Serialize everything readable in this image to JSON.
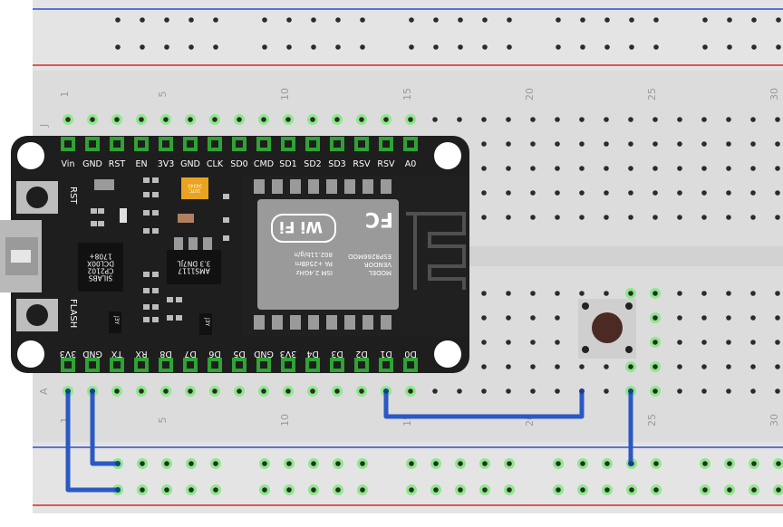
{
  "breadboard": {
    "column_numbers": [
      "1",
      "5",
      "10",
      "15",
      "20",
      "25",
      "30"
    ],
    "row_letter_top": "J",
    "row_letter_bottom": "A"
  },
  "module": {
    "top_pins": [
      "Vin",
      "GND",
      "RST",
      "EN",
      "3V3",
      "GND",
      "CLK",
      "SD0",
      "CMD",
      "SD1",
      "SD2",
      "SD3",
      "RSV",
      "RSV",
      "A0"
    ],
    "bottom_pins": [
      "3V3",
      "GND",
      "TX",
      "RX",
      "D8",
      "D7",
      "D6",
      "D5",
      "GND",
      "3V3",
      "D4",
      "D3",
      "D2",
      "D1",
      "D0"
    ],
    "rst_label": "RST",
    "flash_label": "FLASH",
    "usb_chip": [
      "SILABS",
      "CP2102",
      "DCL00X",
      "1708+"
    ],
    "regulator": [
      "AMS1117",
      "3.3  DN7JL"
    ],
    "cap_label": [
      "107C",
      "34345"
    ],
    "shield": {
      "model_lines": [
        "MODEL",
        "VENDOR",
        "ESP8266MOD"
      ],
      "spec_lines": [
        "ISM 2.4GHz",
        "PA +25dBm",
        "802.11b/g/n"
      ],
      "wifi_text": "Wi Fi",
      "fc_text": "FC"
    },
    "small_labels": [
      "J3Y",
      "J3Y"
    ]
  },
  "colors": {
    "wire": "#2a59c4",
    "rail_blue": "#2d4ecf",
    "rail_red": "#d62b2b",
    "pcb": "#1e1e1e",
    "pin_green": "#2fa334",
    "hole_glow": "#8ee88a"
  }
}
